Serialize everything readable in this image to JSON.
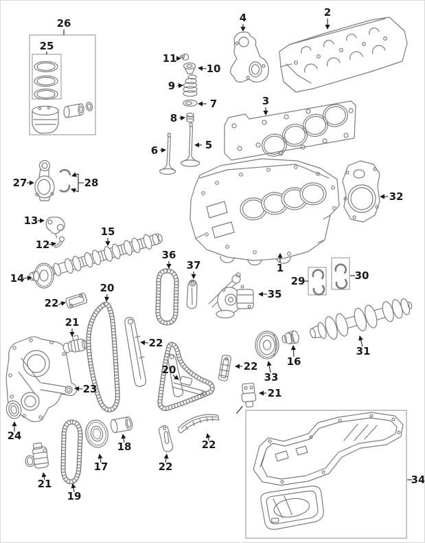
{
  "diagram": {
    "kind": "exploded-parts-diagram",
    "subject": "engine-internal-components",
    "background": "#ffffff",
    "line_color": "#7b7b7b",
    "label_color": "#1a1a1a"
  },
  "callouts": [
    {
      "num": "26",
      "part": "piston-kit-box"
    },
    {
      "num": "25",
      "part": "piston-ring-set-box"
    },
    {
      "num": "11",
      "part": "valve-keeper"
    },
    {
      "num": "10",
      "part": "valve-spring-retainer"
    },
    {
      "num": "9",
      "part": "valve-spring"
    },
    {
      "num": "7",
      "part": "valve-spring-seat"
    },
    {
      "num": "8",
      "part": "valve-stem-seal"
    },
    {
      "num": "6",
      "part": "valve-left"
    },
    {
      "num": "5",
      "part": "valve-right"
    },
    {
      "num": "4",
      "part": "end-cover-plate"
    },
    {
      "num": "2",
      "part": "cylinder-head"
    },
    {
      "num": "3",
      "part": "cylinder-head-gasket"
    },
    {
      "num": "1",
      "part": "engine-block"
    },
    {
      "num": "32",
      "part": "rear-cover-plate"
    },
    {
      "num": "29",
      "part": "thrust-washer-set-upper"
    },
    {
      "num": "30",
      "part": "thrust-washer-set-lower"
    },
    {
      "num": "27",
      "part": "connecting-rod"
    },
    {
      "num": "28",
      "part": "connecting-rod-bearings"
    },
    {
      "num": "13",
      "part": "rocker-arm"
    },
    {
      "num": "12",
      "part": "valve-lifter"
    },
    {
      "num": "15",
      "part": "camshaft"
    },
    {
      "num": "14",
      "part": "camshaft-adjuster"
    },
    {
      "num": "36",
      "part": "oil-pump-chain"
    },
    {
      "num": "37",
      "part": "oil-pump-chain-guide"
    },
    {
      "num": "35",
      "part": "oil-pump"
    },
    {
      "num": "16",
      "part": "crankshaft-sprocket"
    },
    {
      "num": "31",
      "part": "crankshaft"
    },
    {
      "num": "33",
      "part": "crankshaft-pulley"
    },
    {
      "num": "20",
      "part": "timing-chain-left"
    },
    {
      "num": "22",
      "part": "chain-guide-pad"
    },
    {
      "num": "21",
      "part": "camshaft-solenoid-left"
    },
    {
      "num": "22",
      "part": "chain-guide-rail-left"
    },
    {
      "num": "23",
      "part": "front-timing-cover"
    },
    {
      "num": "24",
      "part": "crankshaft-front-seal"
    },
    {
      "num": "20",
      "part": "timing-chain-center"
    },
    {
      "num": "22",
      "part": "chain-guide-center"
    },
    {
      "num": "21",
      "part": "camshaft-solenoid-right"
    },
    {
      "num": "22",
      "part": "chain-guide-curved"
    },
    {
      "num": "22",
      "part": "chain-guide-lower"
    },
    {
      "num": "18",
      "part": "tensioner-bushing"
    },
    {
      "num": "17",
      "part": "tensioner-sprocket"
    },
    {
      "num": "19",
      "part": "secondary-timing-chain"
    },
    {
      "num": "21",
      "part": "camshaft-solenoid-bottom"
    },
    {
      "num": "34",
      "part": "oil-pan-box"
    }
  ]
}
